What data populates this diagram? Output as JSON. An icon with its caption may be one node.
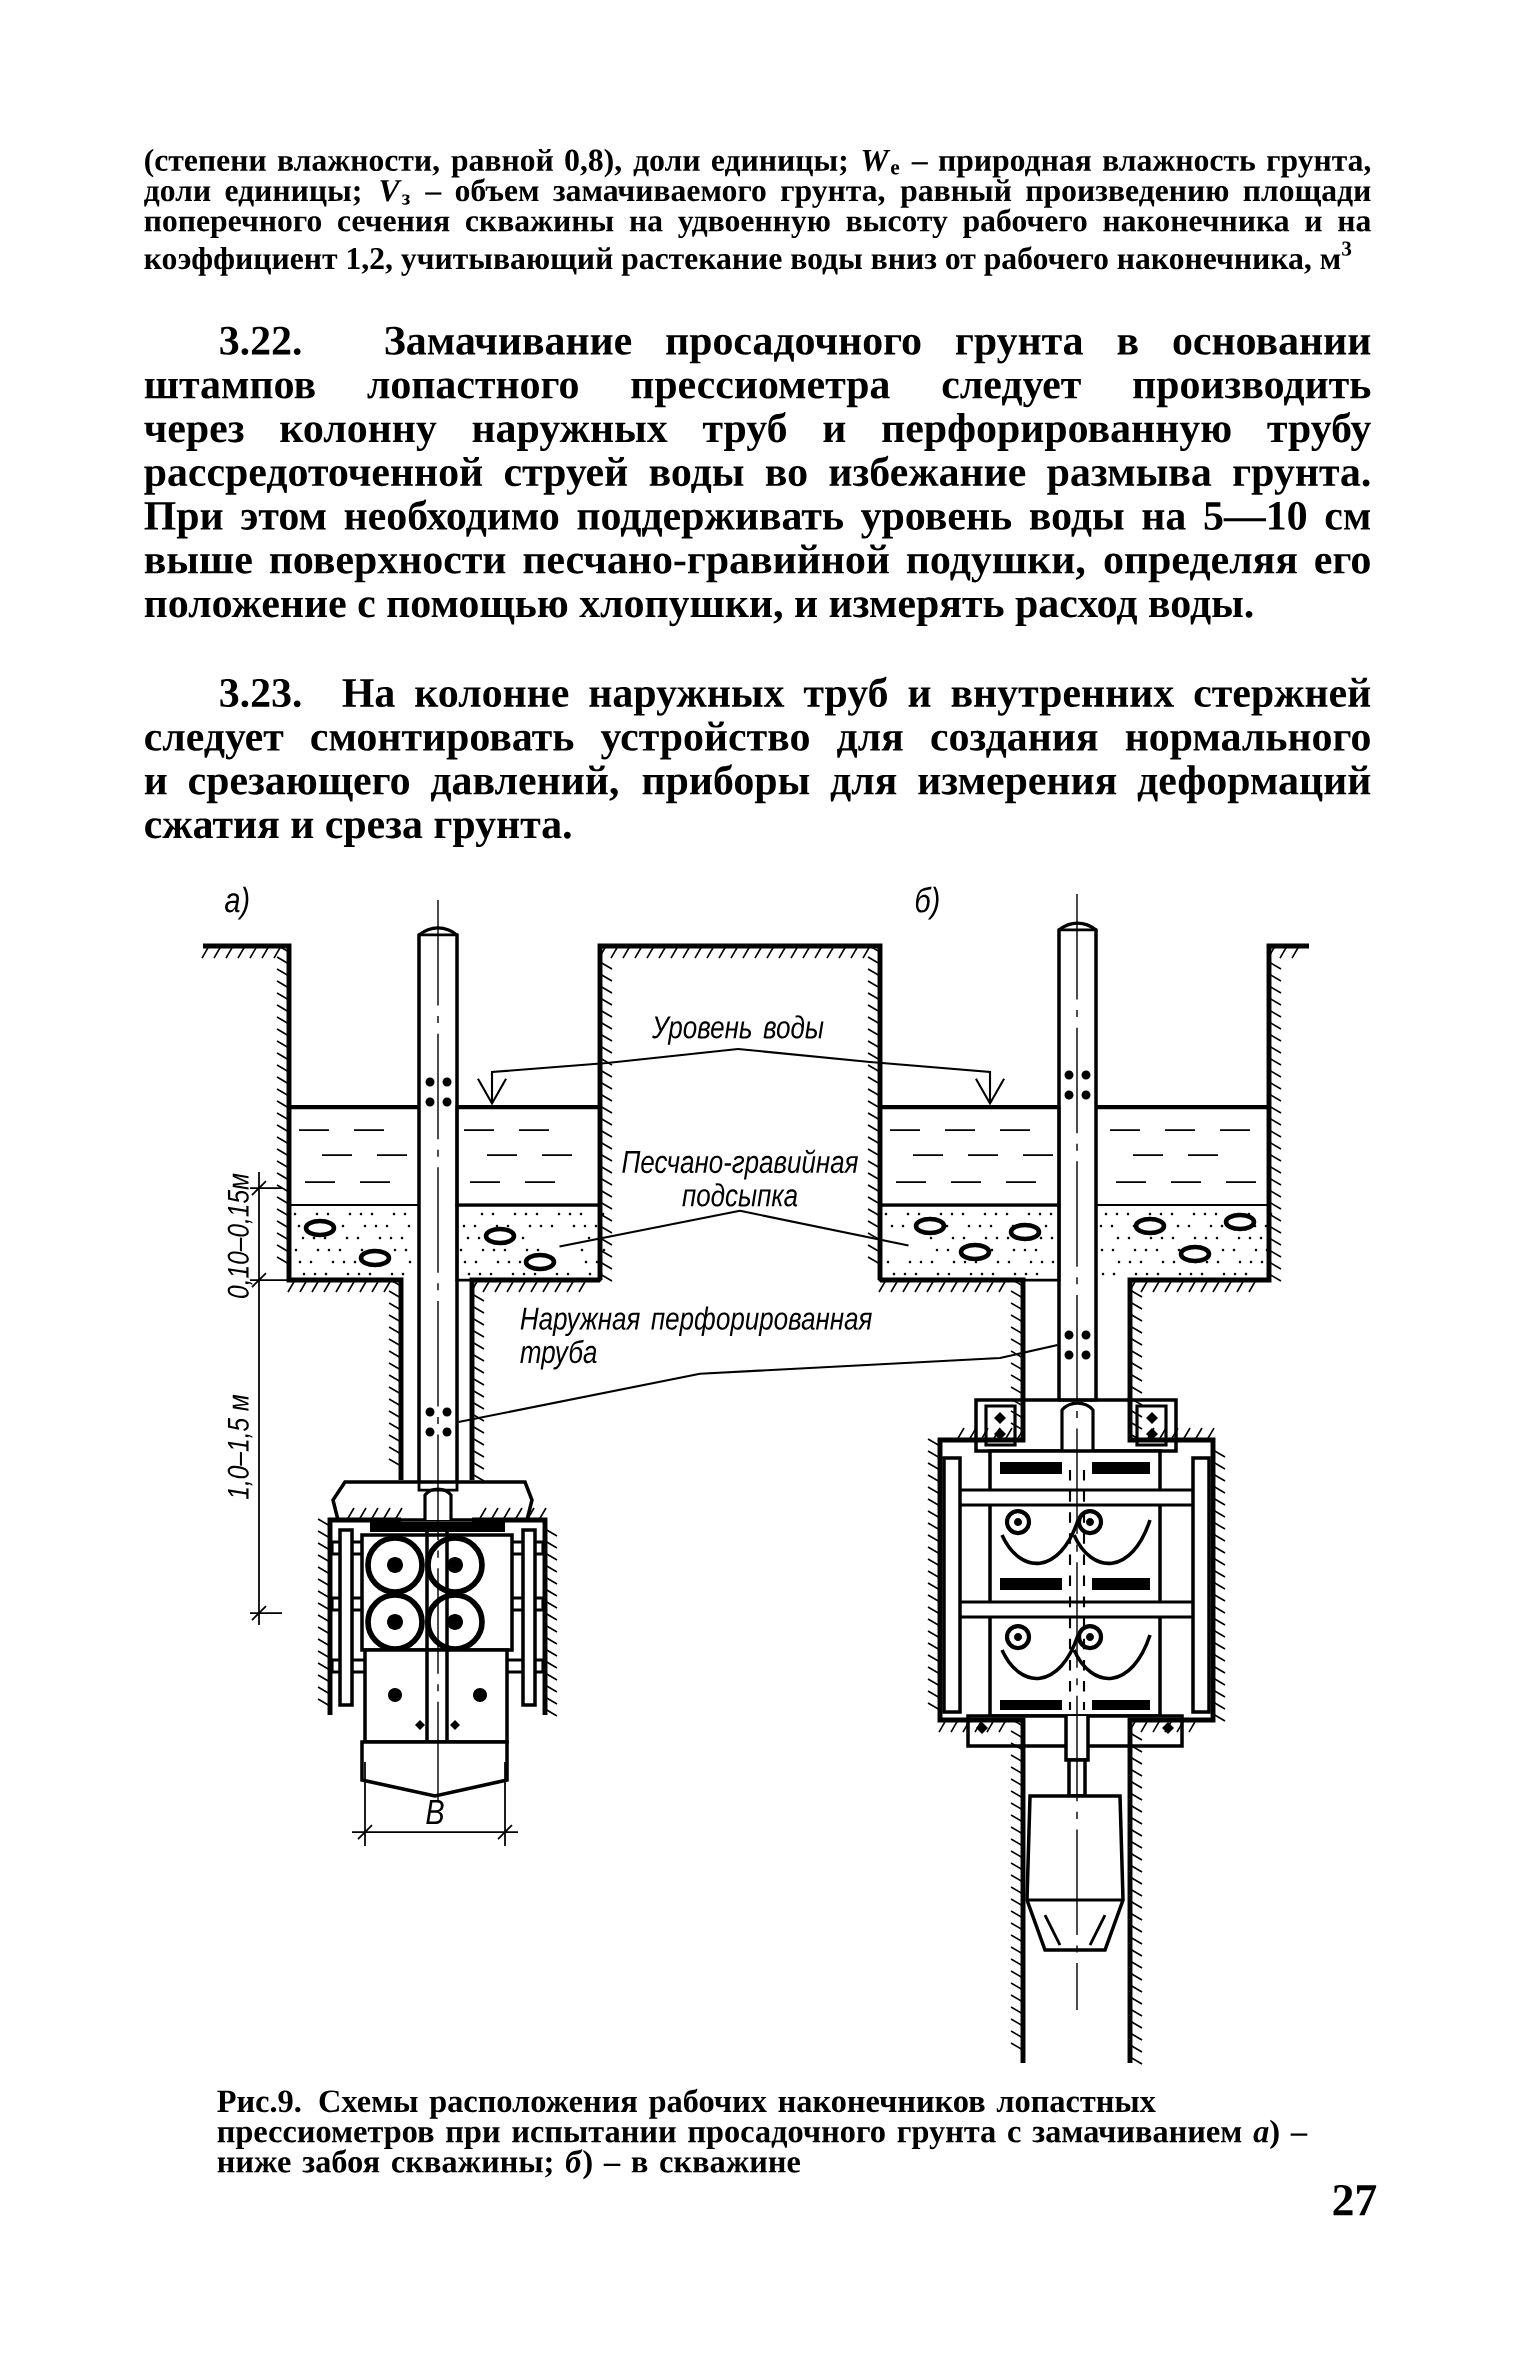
{
  "diagram": {
    "caption": "Рис.9. Схемы расположения рабочих наконечников лопастных прессиометров при испытании просадочного грунта с замачиванием *а*) – ниже забоя скважины; *б*) – в скважине",
    "nodes": [
      {
        "text": [
          "Уровень воды"
        ]
      },
      {
        "text": [
          "Песчано-гравийная подсыпка"
        ]
      },
      {
        "text": [
          "Наружная перфорированная труба"
        ]
      },
      {
        "text": [],
        "shape": "box"
      },
      {
        "text": [],
        "shape": "box"
      },
      {
        "text": [],
        "shape": "box"
      },
      {
        "text": [],
        "shape": "box"
      },
      {
        "text": [],
        "shape": "box"
      },
      {
        "text": [],
        "shape": "box"
      }
    ],
    "edges": [
      {
        "from": 0,
        "to": 3,
        "arrow": "to"
      },
      {
        "from": 0,
        "to": 4,
        "arrow": "to"
      },
      {
        "from": 1,
        "to": 5,
        "arrow": "none"
      },
      {
        "from": 1,
        "to": 6,
        "arrow": "none"
      },
      {
        "from": 2,
        "to": 7,
        "arrow": "none"
      },
      {
        "from": 2,
        "to": 8,
        "arrow": "none"
      }
    ],
    "labels": [
      "(степени влажности, равной 0,8), доли единицы; *W*$_{е}$ – природная влажность грунта, доли единицы; *V*$_{з}$ – объем замачиваемого грунта, равный произведению площади поперечного сечения скважины на удвоенную высоту рабочего наконечника и на коэффициент 1,2, учитывающий растекание воды вниз от рабочего наконечника, м$^{3}$",
      "3.22. Замачивание просадочного грунта в основании штампов лопастного прессиометра следует производить через колонну наружных труб и перфорированную трубу рассредоточенной струей воды во избежание размыва грунта. При этом необходимо поддерживать уровень воды на 5—10 см выше поверхности песчано-гравийной подушки, определяя его положение с помощью хлопушки, и измерять расход воды.",
      "3.23. На колонне наружных труб и внутренних стержней следует смонтировать устройство для создания нормального и срезающего давлений, приборы для измерения деформаций сжатия и среза грунта.",
      "а)",
      "б)",
      "0,10–0,15м",
      "1,0–1,5 м",
      "B",
      "27"
    ]
  }
}
